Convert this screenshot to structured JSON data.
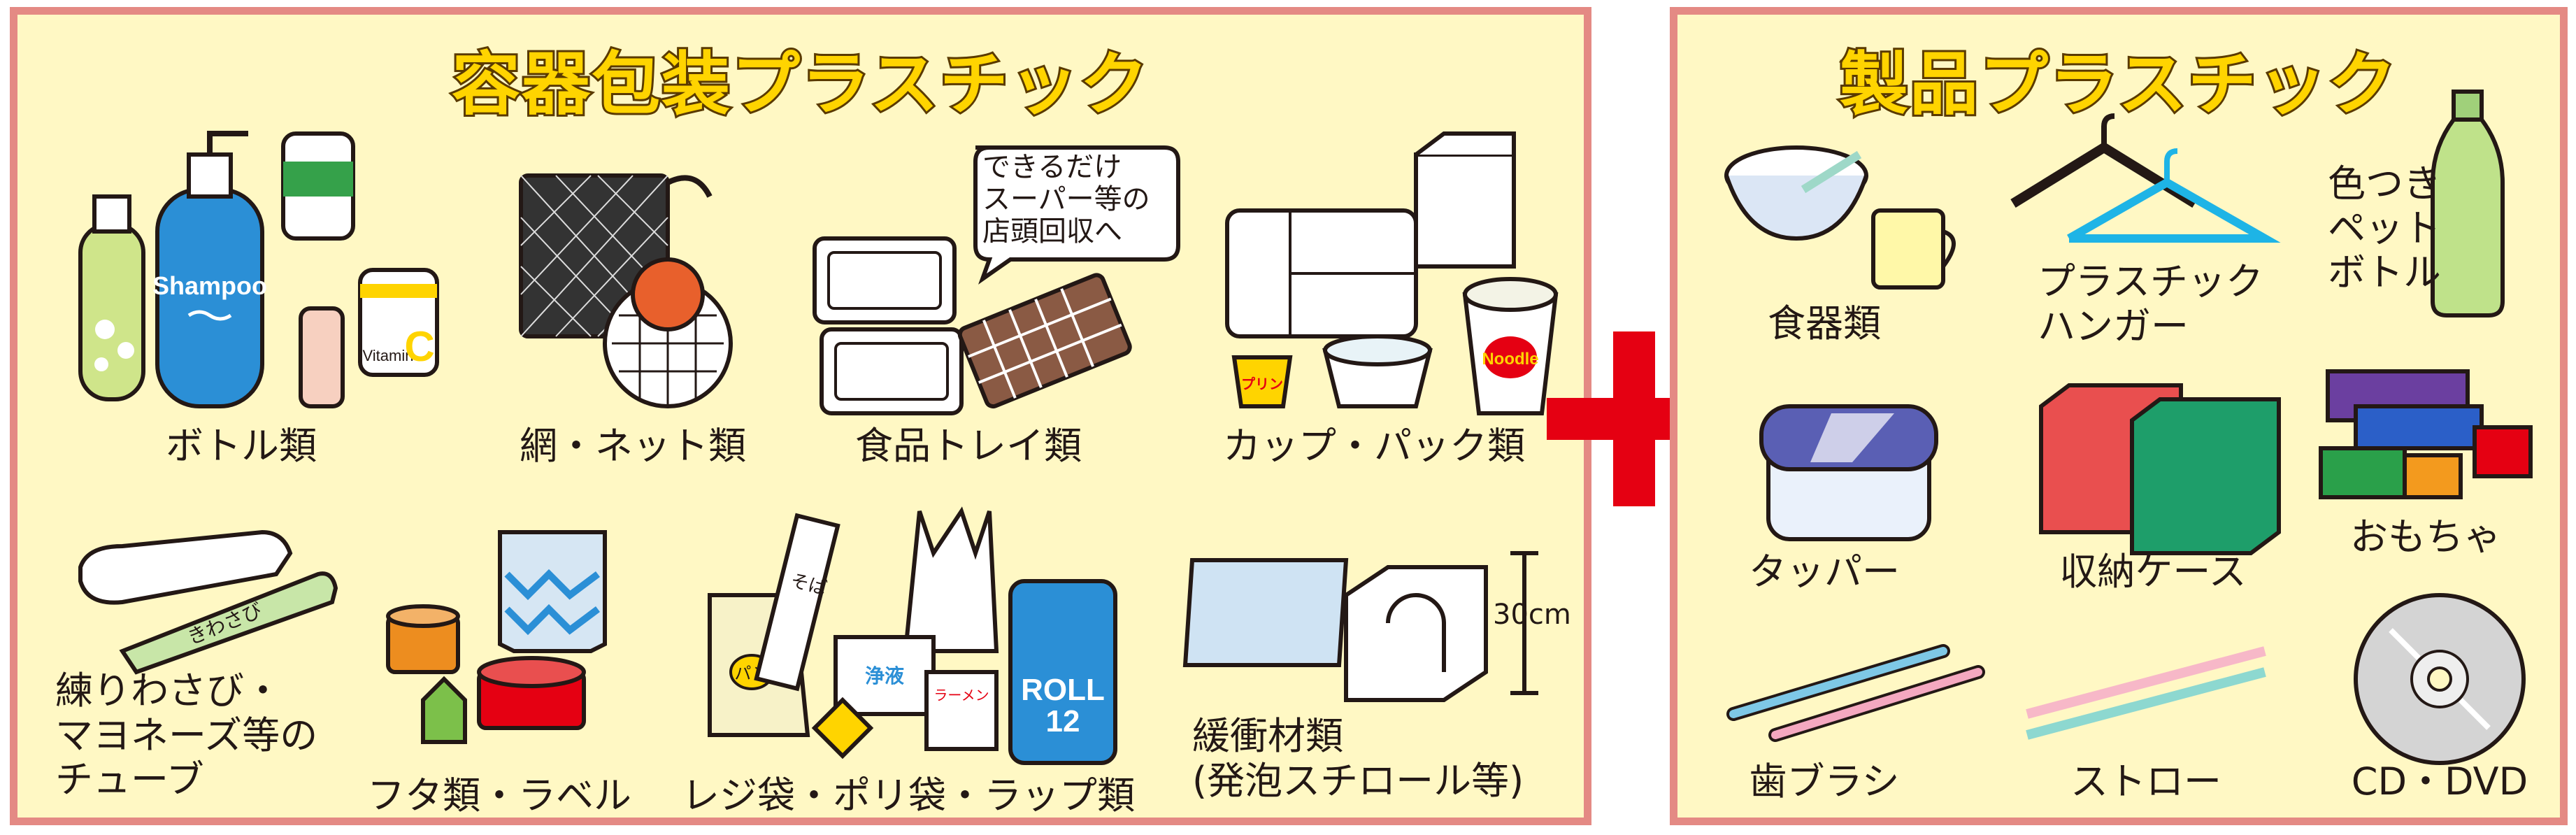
{
  "left_panel": {
    "title": "容器包装プラスチック",
    "labels": {
      "bottles": "ボトル類",
      "nets": "網・ネット類",
      "trays": "食品トレイ類",
      "cups": "カップ・パック類",
      "tubes": "練りわさび・\nマヨネーズ等の\nチューブ",
      "lids": "フタ類・ラベル",
      "bags": "レジ袋・ポリ袋・ラップ類",
      "cushion": "緩衝材類\n(発泡スチロール等)"
    },
    "speech_bubble": "できるだけ\nスーパー等の\n店頭回収へ",
    "item_texts": {
      "shampoo": "Shampoo",
      "vitamin": "Vitamin",
      "vitamin_letter": "C",
      "noodle": "Noodle",
      "pudding": "プリン",
      "wasabi": "きわさび",
      "soba": "そば",
      "jyoso": "浄液",
      "ramen": "ラーメン",
      "pan": "パン",
      "roll": "ROLL",
      "roll_num": "12",
      "dimension": "30cm"
    }
  },
  "right_panel": {
    "title": "製品プラスチック",
    "labels": {
      "dishes": "食器類",
      "hanger": "プラスチック\nハンガー",
      "pet": "色つき\nペット\nボトル",
      "tupper": "タッパー",
      "case": "収納ケース",
      "toys": "おもちゃ",
      "toothbrush": "歯ブラシ",
      "straw": "ストロー",
      "cd": "CD・DVD"
    }
  },
  "colors": {
    "panel_bg": "#fff8c4",
    "panel_border": "#e48a84",
    "title_fill": "#ffd400",
    "plus_red": "#e50012"
  }
}
